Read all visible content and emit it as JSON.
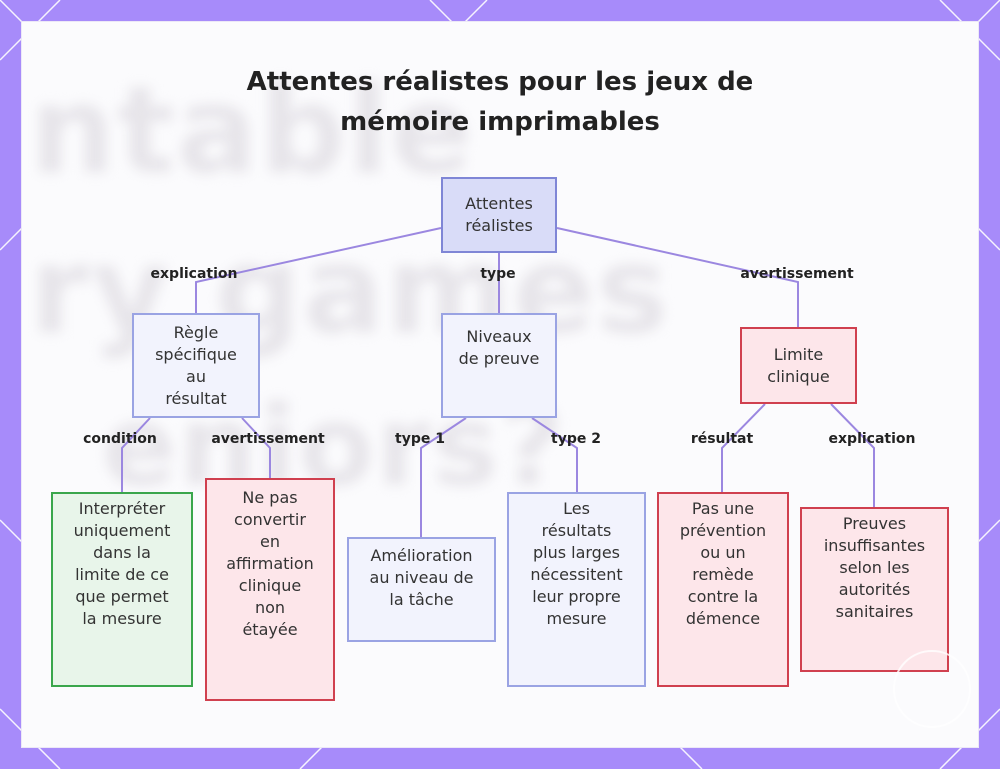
{
  "title": {
    "line1": "Attentes réalistes pour les jeux de",
    "line2": "mémoire imprimables"
  },
  "nodes": {
    "root": "Attentes\nréalistes",
    "regle": "Règle\nspécifique\nau\nrésultat",
    "niveaux": "Niveaux\nde preuve",
    "limite": "Limite\nclinique",
    "interpreter": "Interpréter\nuniquement\ndans la\nlimite de ce\nque permet\nla mesure",
    "convertir": "Ne pas\nconvertir\nen\naffirmation\nclinique\nnon\nétayée",
    "amelioration": "Amélioration\nau niveau de\nla tâche",
    "resultats": "Les\nrésultats\nplus larges\nnécessitent\nleur propre\nmesure",
    "prevention": "Pas une\nprévention\nou un\nremède\ncontre la\ndémence",
    "preuves": "Preuves\ninsuffisantes\nselon les\nautorités\nsanitaires"
  },
  "edge_labels": {
    "explication_1": "explication",
    "type": "type",
    "avertissement_1": "avertissement",
    "condition": "condition",
    "avertissement_2": "avertissement",
    "type_1": "type 1",
    "type_2": "type 2",
    "resultat": "résultat",
    "explication_2": "explication"
  },
  "colors": {
    "frame": "#a78bfa",
    "edge": "#9b87e0",
    "root_fill": "#d9dcf8",
    "blue_border": "#9aa3e3",
    "red_border": "#d0404f",
    "green_border": "#3aa64c"
  }
}
